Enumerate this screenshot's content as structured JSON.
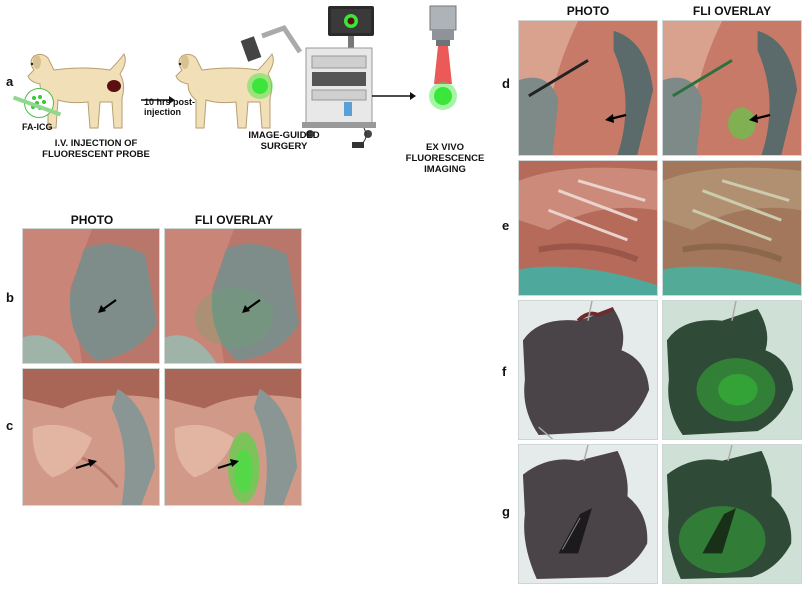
{
  "panel_labels": {
    "a": "a",
    "b": "b",
    "c": "c",
    "d": "d",
    "e": "e",
    "f": "f",
    "g": "g"
  },
  "column_headers": {
    "left_photo": "PHOTO",
    "left_overlay": "FLI OVERLAY",
    "right_photo": "PHOTO",
    "right_overlay": "FLI OVERLAY"
  },
  "workflow": {
    "probe_label": "FA-ICG",
    "step1_caption": "I.V. INJECTION OF FLUORESCENT PROBE",
    "step2_arrow_text": "10 hrs post-injection",
    "step2_caption": "IMAGE-GUIDED SURGERY",
    "step3_caption": "EX VIVO FLUORESCENCE IMAGING"
  },
  "colors": {
    "dog_fill": "#f1dfb8",
    "tumor": "#5a1010",
    "fluorescence": "#39e639",
    "tissue_red": "#c96a5e",
    "tissue_gray": "#8c9a98",
    "ex_vivo_dark": "#4a4448"
  }
}
